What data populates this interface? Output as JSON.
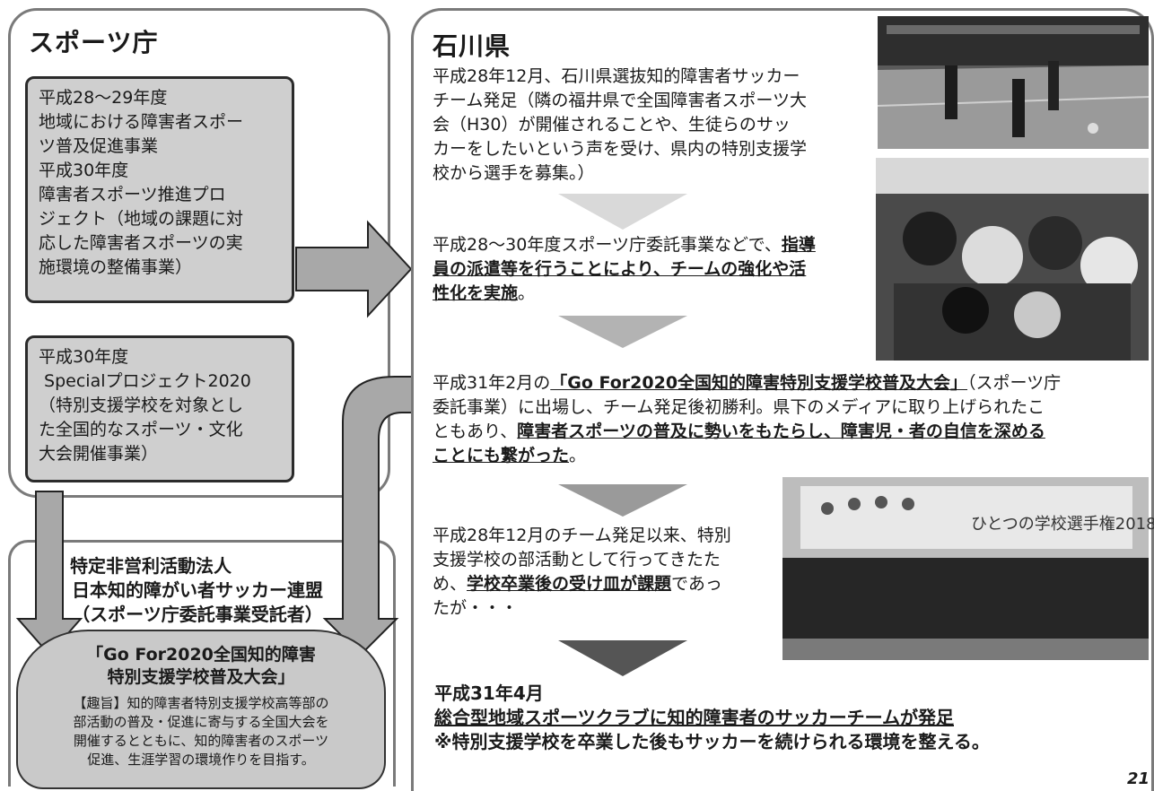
{
  "sports_agency": {
    "title": "スポーツ庁",
    "box1_lines": [
      "平成28～29年度",
      "地域における障害者スポー",
      "ツ普及促進事業",
      "平成30年度",
      "障害者スポーツ推進プロ",
      "ジェクト（地域の課題に対",
      "応した障害者スポーツの実",
      "施環境の整備事業）"
    ],
    "box2_lines": [
      "平成30年度",
      " Specialプロジェクト2020",
      "（特別支援学校を対象とし",
      "た全国的なスポーツ・文化",
      "大会開催事業）"
    ]
  },
  "npo": {
    "lines": [
      "特定非営利活動法人",
      "日本知的障がい者サッカー連盟",
      "（スポーツ庁委託事業受託者）"
    ]
  },
  "tournament": {
    "name_line1": "「Go For2020全国知的障害",
    "name_line2": "特別支援学校普及大会」",
    "purpose_lines": [
      "【趣旨】知的障害者特別支援学校高等部の",
      "部活動の普及・促進に寄与する全国大会を",
      "開催するとともに、知的障害者のスポーツ",
      "促進、生涯学習の環境作りを目指す。"
    ]
  },
  "ishikawa": {
    "title": "石川県",
    "step1_lines": [
      "平成28年12月、石川県選抜知的障害者サッカー",
      "チーム発足（隣の福井県で全国障害者スポーツ大",
      "会（H30）が開催されることや、生徒らのサッ",
      "カーをしたいという声を受け、県内の特別支援学",
      "校から選手を募集。）"
    ],
    "step2": {
      "prefix": "平成28～30年度スポーツ庁委託事業などで、",
      "bold_line1": "指導",
      "bold_line2": "員の派遣等を行うことにより、チームの強化や活",
      "bold_line3": "性化を実施",
      "suffix": "。"
    },
    "step3": {
      "prefix": "平成31年2月の",
      "event": "「Go For2020全国知的障害特別支援学校普及大会」",
      "line1_suffix": "（スポーツ庁",
      "line2": "委託事業）に出場し、チーム発足後初勝利。県下のメディアに取り上げられたこ",
      "line3_prefix": "ともあり、",
      "line3_bold": "障害者スポーツの普及に勢いをもたらし、障害児・者の自信を深める",
      "line4_bold": "ことにも繋がった",
      "line4_suffix": "。"
    },
    "step4": {
      "line1": "平成28年12月のチーム発足以来、特別",
      "line2": "支援学校の部活動として行ってきたた",
      "line3_prefix": "め、",
      "line3_bold": "学校卒業後の受け皿が課題",
      "line3_suffix": "であっ",
      "line4": "たが・・・"
    },
    "result": {
      "line1": "平成31年4月",
      "line2": "総合型地域スポーツクラブに知的障害者のサッカーチームが発足",
      "line3": "※特別支援学校を卒業した後もサッカーを続けられる環境を整える。"
    }
  },
  "photos": {
    "banner_text": "ひとつの学校選手権2018"
  },
  "page_number": "21"
}
